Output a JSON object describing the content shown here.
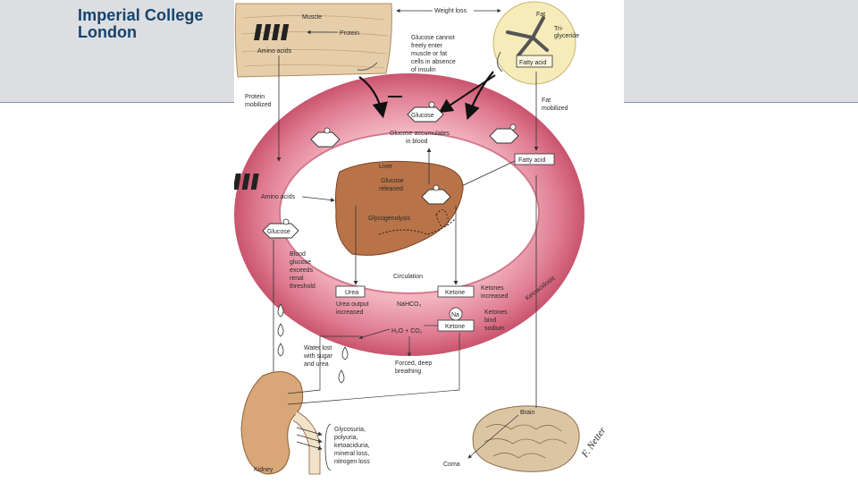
{
  "header": {
    "logo_line1": "Imperial College",
    "logo_line2": "London"
  },
  "colors": {
    "header_band": "#dcdee2",
    "brand": "#16436b",
    "torus": "#e88fa0",
    "muscle": "#e2c9a2",
    "fat": "#f4e9b2",
    "liver": "#b9714a",
    "brain": "#dcc5a3",
    "kidney": "#d9a677"
  },
  "diagram": {
    "muscle": "Muscle",
    "protein": "Protein",
    "amino_acids_top": "Amino acids",
    "weight_loss": "Weight loss",
    "fat": "Fat",
    "triglyceride": [
      "Tri-",
      "glyceride"
    ],
    "fatty_acid_top": "Fatty acid",
    "glucose_cannot": [
      "Glucose cannot",
      "freely enter",
      "muscle or fat",
      "cells in absence",
      "of insulin"
    ],
    "protein_mobilized": [
      "Protein",
      "mobilized"
    ],
    "fat_mobilized": [
      "Fat",
      "mobilized"
    ],
    "glucose_top": "Glucose",
    "glucose_accumulates": [
      "Glucose accumulates",
      "in blood"
    ],
    "fatty_acid_right": "Fatty acid",
    "liver": "Liver",
    "glucose_released": [
      "Glucose",
      "released"
    ],
    "glycogenolysis": "Glycogenolysis",
    "amino_acids_left": "Amino acids",
    "glucose_left": "Glucose",
    "blood_glucose": [
      "Blood",
      "glucose",
      "exceeds",
      "renal",
      "threshold"
    ],
    "circulation": "Circulation",
    "urea": "Urea",
    "urea_output": [
      "Urea output",
      "increased"
    ],
    "ketone": "Ketone",
    "ketones_increased": [
      "Ketones",
      "increased"
    ],
    "nahco3": "NaHCO₃",
    "na": "Na",
    "ketone_box2": "Ketone",
    "ketones_bind": [
      "Ketones",
      "bind",
      "sodium"
    ],
    "ketoacidosis": "Ketoacidosis",
    "h2o_co2": "H₂O + CO₂",
    "water_lost": [
      "Water lost",
      "with sugar",
      "and urea"
    ],
    "forced_breathing": [
      "Forced, deep",
      "breathing"
    ],
    "brain": "Brain",
    "kidney": "Kidney",
    "coma": "Coma",
    "outcomes": [
      "Glycosuria,",
      "polyuria,",
      "ketoaciduria,",
      "mineral loss,",
      "nitrogen loss"
    ],
    "signature": "F. Netter"
  }
}
